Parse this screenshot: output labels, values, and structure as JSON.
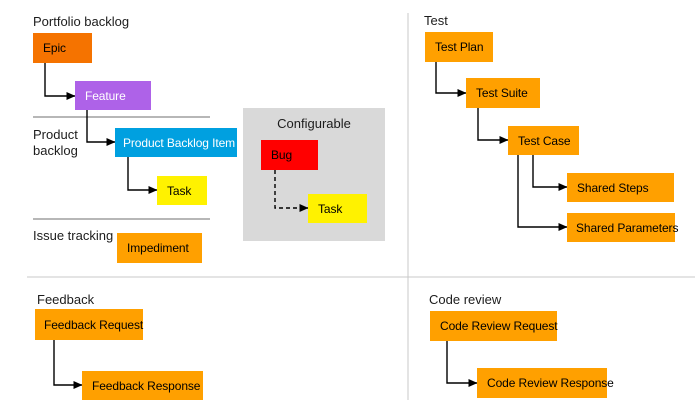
{
  "palette": {
    "epic_orange": "#f57300",
    "orange": "#ffa000",
    "feature_purple": "#ae62e8",
    "backlog_item_blue": "#00a0e0",
    "task_yellow": "#fff200",
    "bug_red": "#ff0000",
    "panel_gray": "#d9d9d9",
    "connector_black": "#000000",
    "divider_dark_gray": "#8c8c8c",
    "divider_light_gray": "#c9c9c9"
  },
  "sections": {
    "portfolio_backlog": {
      "label": "Portfolio backlog"
    },
    "product_backlog": {
      "label": "Product backlog"
    },
    "issue_tracking": {
      "label": "Issue tracking"
    },
    "configurable": {
      "label": "Configurable"
    },
    "test": {
      "label": "Test"
    },
    "feedback": {
      "label": "Feedback"
    },
    "code_review": {
      "label": "Code review"
    }
  },
  "nodes": {
    "epic": "Epic",
    "feature": "Feature",
    "product_backlog_item": "Product Backlog Item",
    "task_product": "Task",
    "impediment": "Impediment",
    "bug": "Bug",
    "task_configurable": "Task",
    "test_plan": "Test Plan",
    "test_suite": "Test Suite",
    "test_case": "Test Case",
    "shared_steps": "Shared Steps",
    "shared_parameters": "Shared Parameters",
    "feedback_request": "Feedback Request",
    "feedback_response": "Feedback Response",
    "code_review_request": "Code Review Request",
    "code_review_response": "Code Review Response"
  }
}
